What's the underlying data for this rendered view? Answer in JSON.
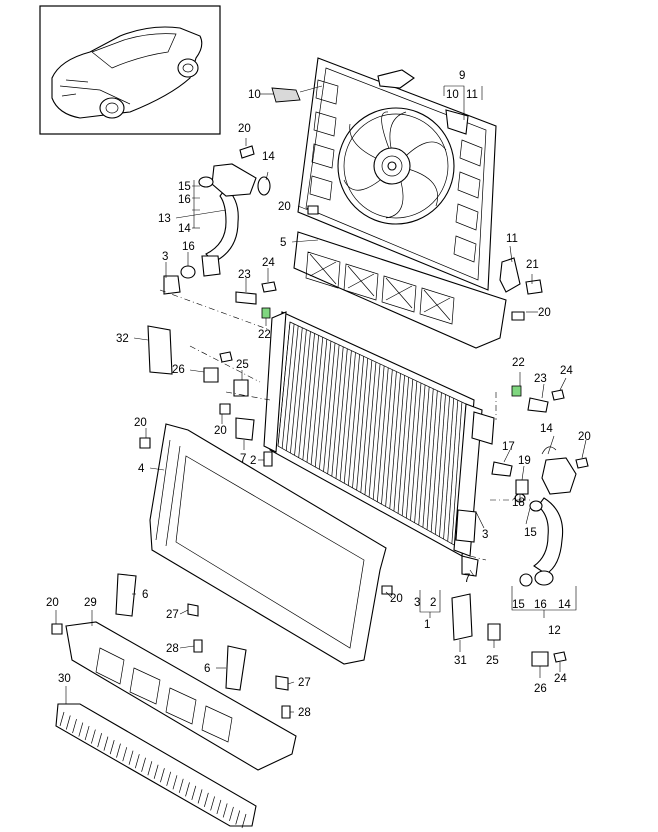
{
  "callouts": [
    {
      "id": "c-9",
      "text": "9"
    },
    {
      "id": "c-10a",
      "text": "10"
    },
    {
      "id": "c-10b",
      "text": "10"
    },
    {
      "id": "c-11a",
      "text": "11"
    },
    {
      "id": "c-11b",
      "text": "11"
    },
    {
      "id": "c-20a",
      "text": "20"
    },
    {
      "id": "c-14a",
      "text": "14"
    },
    {
      "id": "c-15a",
      "text": "15"
    },
    {
      "id": "c-16a",
      "text": "16"
    },
    {
      "id": "c-13",
      "text": "13"
    },
    {
      "id": "c-14b",
      "text": "14"
    },
    {
      "id": "c-20b",
      "text": "20"
    },
    {
      "id": "c-5",
      "text": "5"
    },
    {
      "id": "c-21",
      "text": "21"
    },
    {
      "id": "c-3a",
      "text": "3"
    },
    {
      "id": "c-16b",
      "text": "16"
    },
    {
      "id": "c-23a",
      "text": "23"
    },
    {
      "id": "c-24a",
      "text": "24"
    },
    {
      "id": "c-20c",
      "text": "20"
    },
    {
      "id": "c-22a",
      "text": "22"
    },
    {
      "id": "c-32",
      "text": "32"
    },
    {
      "id": "c-26a",
      "text": "26"
    },
    {
      "id": "c-25a",
      "text": "25"
    },
    {
      "id": "c-22b",
      "text": "22"
    },
    {
      "id": "c-23b",
      "text": "23"
    },
    {
      "id": "c-24b",
      "text": "24"
    },
    {
      "id": "c-20d",
      "text": "20"
    },
    {
      "id": "c-20e",
      "text": "20"
    },
    {
      "id": "c-7a",
      "text": "7"
    },
    {
      "id": "c-14c",
      "text": "14"
    },
    {
      "id": "c-20f",
      "text": "20"
    },
    {
      "id": "c-2",
      "text": "2"
    },
    {
      "id": "c-17",
      "text": "17"
    },
    {
      "id": "c-19",
      "text": "19"
    },
    {
      "id": "c-4",
      "text": "4"
    },
    {
      "id": "c-18",
      "text": "18"
    },
    {
      "id": "c-3b",
      "text": "3"
    },
    {
      "id": "c-15b",
      "text": "15"
    },
    {
      "id": "c-7b",
      "text": "7"
    },
    {
      "id": "c-6a",
      "text": "6"
    },
    {
      "id": "c-20g",
      "text": "20"
    },
    {
      "id": "c-3c",
      "text": "3"
    },
    {
      "id": "c-2b",
      "text": "2"
    },
    {
      "id": "c-1",
      "text": "1"
    },
    {
      "id": "c-15c",
      "text": "15"
    },
    {
      "id": "c-16c",
      "text": "16"
    },
    {
      "id": "c-14d",
      "text": "14"
    },
    {
      "id": "c-12",
      "text": "12"
    },
    {
      "id": "c-20h",
      "text": "20"
    },
    {
      "id": "c-29",
      "text": "29"
    },
    {
      "id": "c-27a",
      "text": "27"
    },
    {
      "id": "c-28a",
      "text": "28"
    },
    {
      "id": "c-31",
      "text": "31"
    },
    {
      "id": "c-25b",
      "text": "25"
    },
    {
      "id": "c-6b",
      "text": "6"
    },
    {
      "id": "c-27b",
      "text": "27"
    },
    {
      "id": "c-30",
      "text": "30"
    },
    {
      "id": "c-28b",
      "text": "28"
    },
    {
      "id": "c-26b",
      "text": "26"
    },
    {
      "id": "c-24c",
      "text": "24"
    }
  ]
}
